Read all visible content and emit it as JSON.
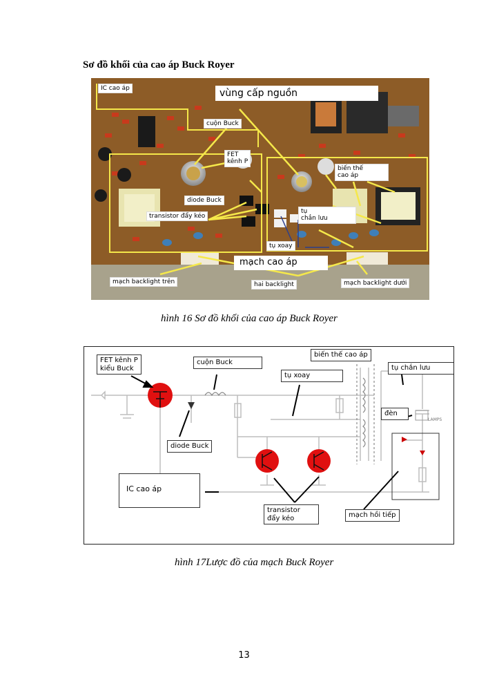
{
  "heading": "Sơ đồ khối của cao áp Buck Royer",
  "figure16": {
    "caption": "hình 16 Sơ đồ khối của cao áp Buck Royer",
    "labels": {
      "ic": "IC cao áp",
      "supply": "vùng cấp nguồn",
      "buck_coil": "cuộn Buck",
      "fet": "FET\nkênh P",
      "transformer": "biến thế\ncao áp",
      "diode": "diode Buck",
      "cap_store": "tụ\nchắn lưu",
      "push_pull": "transistor đẩy kéo",
      "cap_ac": "tụ xoay",
      "hv_circuit": "mạch cao áp",
      "backlight_top": "mạch backlight trên",
      "two_backlight": "hai backlight",
      "backlight_bottom": "mạch backlight dưới"
    }
  },
  "figure17": {
    "caption": "hình 17Lược đồ của mạch Buck Royer",
    "labels": {
      "fet": "FET kênh P\nkiểu Buck",
      "buck_coil": "cuộn Buck",
      "transformer": "biến thế cao áp",
      "cap_store": "tụ chắn lưu",
      "cap_ac": "tụ xoay",
      "lamp": "đèn",
      "diode": "diode Buck",
      "ic": "IC cao áp",
      "push_pull": "transistor\nđẩy kéo",
      "feedback": "mạch hồi tiếp",
      "lamp_tag": "LAMPS"
    }
  },
  "page_number": "13"
}
